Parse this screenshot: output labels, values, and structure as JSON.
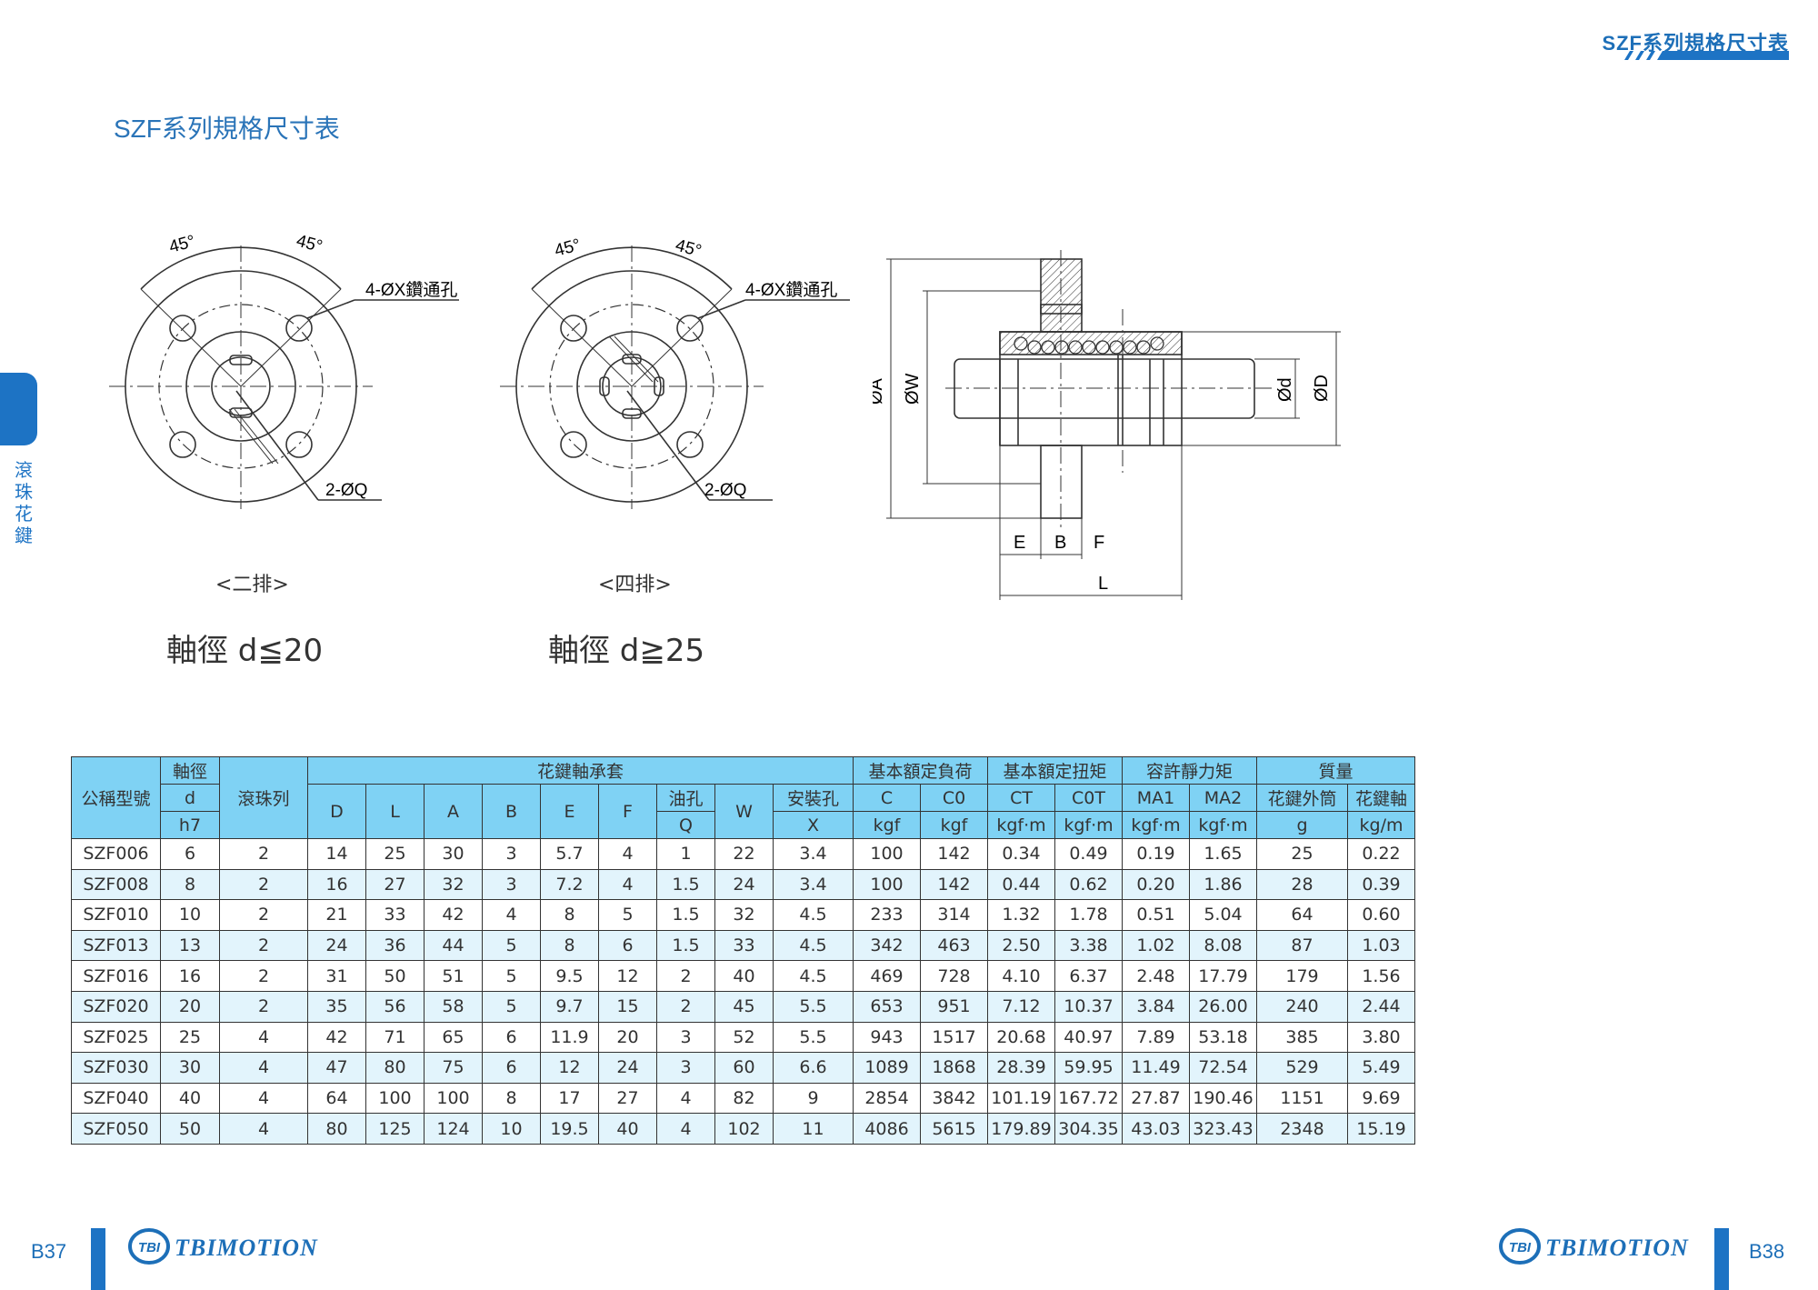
{
  "header": {
    "right_title": "SZF系列規格尺寸表",
    "page_title": "SZF系列規格尺寸表"
  },
  "side_tab": {
    "label": "滾珠花鍵"
  },
  "drawings": {
    "angle": "45°",
    "hole_label": "4-ØX鑽通孔",
    "oil_label": "2-ØQ",
    "left_caption": "<二排>",
    "right_caption": "<四排>",
    "left_shaft": "軸徑  d≦20",
    "right_shaft": "軸徑  d≧25",
    "dims": {
      "A": "ØA",
      "W": "ØW",
      "d": "Ød",
      "D": "ØD",
      "E": "E",
      "B": "B",
      "F": "F",
      "L": "L"
    }
  },
  "table": {
    "h": {
      "model": "公稱型號",
      "shaft": "軸徑",
      "d": "d",
      "h7": "h7",
      "rows": "滾珠列",
      "nut": "花鍵軸承套",
      "D": "D",
      "L": "L",
      "A": "A",
      "B": "B",
      "E": "E",
      "F": "F",
      "oil": "油孔",
      "Q": "Q",
      "W": "W",
      "mount": "安裝孔",
      "X": "X",
      "load": "基本額定負荷",
      "C": "C",
      "C0": "C0",
      "kgf": "kgf",
      "torque": "基本額定扭矩",
      "CT": "CT",
      "C0T": "C0T",
      "kgfm": "kgf‧m",
      "moment": "容許靜力矩",
      "MA1": "MA1",
      "MA2": "MA2",
      "mass": "質量",
      "outer": "花鍵外筒",
      "axis": "花鍵軸",
      "g": "g",
      "kgm": "kg/m"
    },
    "rows": [
      [
        "SZF006",
        "6",
        "2",
        "14",
        "25",
        "30",
        "3",
        "5.7",
        "4",
        "1",
        "22",
        "3.4",
        "100",
        "142",
        "0.34",
        "0.49",
        "0.19",
        "1.65",
        "25",
        "0.22"
      ],
      [
        "SZF008",
        "8",
        "2",
        "16",
        "27",
        "32",
        "3",
        "7.2",
        "4",
        "1.5",
        "24",
        "3.4",
        "100",
        "142",
        "0.44",
        "0.62",
        "0.20",
        "1.86",
        "28",
        "0.39"
      ],
      [
        "SZF010",
        "10",
        "2",
        "21",
        "33",
        "42",
        "4",
        "8",
        "5",
        "1.5",
        "32",
        "4.5",
        "233",
        "314",
        "1.32",
        "1.78",
        "0.51",
        "5.04",
        "64",
        "0.60"
      ],
      [
        "SZF013",
        "13",
        "2",
        "24",
        "36",
        "44",
        "5",
        "8",
        "6",
        "1.5",
        "33",
        "4.5",
        "342",
        "463",
        "2.50",
        "3.38",
        "1.02",
        "8.08",
        "87",
        "1.03"
      ],
      [
        "SZF016",
        "16",
        "2",
        "31",
        "50",
        "51",
        "5",
        "9.5",
        "12",
        "2",
        "40",
        "4.5",
        "469",
        "728",
        "4.10",
        "6.37",
        "2.48",
        "17.79",
        "179",
        "1.56"
      ],
      [
        "SZF020",
        "20",
        "2",
        "35",
        "56",
        "58",
        "5",
        "9.7",
        "15",
        "2",
        "45",
        "5.5",
        "653",
        "951",
        "7.12",
        "10.37",
        "3.84",
        "26.00",
        "240",
        "2.44"
      ],
      [
        "SZF025",
        "25",
        "4",
        "42",
        "71",
        "65",
        "6",
        "11.9",
        "20",
        "3",
        "52",
        "5.5",
        "943",
        "1517",
        "20.68",
        "40.97",
        "7.89",
        "53.18",
        "385",
        "3.80"
      ],
      [
        "SZF030",
        "30",
        "4",
        "47",
        "80",
        "75",
        "6",
        "12",
        "24",
        "3",
        "60",
        "6.6",
        "1089",
        "1868",
        "28.39",
        "59.95",
        "11.49",
        "72.54",
        "529",
        "5.49"
      ],
      [
        "SZF040",
        "40",
        "4",
        "64",
        "100",
        "100",
        "8",
        "17",
        "27",
        "4",
        "82",
        "9",
        "2854",
        "3842",
        "101.19",
        "167.72",
        "27.87",
        "190.46",
        "1151",
        "9.69"
      ],
      [
        "SZF050",
        "50",
        "4",
        "80",
        "125",
        "124",
        "10",
        "19.5",
        "40",
        "4",
        "102",
        "11",
        "4086",
        "5615",
        "179.89",
        "304.35",
        "43.03",
        "323.43",
        "2348",
        "15.19"
      ]
    ]
  },
  "footer": {
    "left_page": "B37",
    "right_page": "B38",
    "logo_mark": "TBI",
    "brand": "TBIMOTION"
  },
  "colors": {
    "accent": "#1d73c4",
    "table_header": "#7fd2f4",
    "table_alt": "#e2f4fc"
  }
}
